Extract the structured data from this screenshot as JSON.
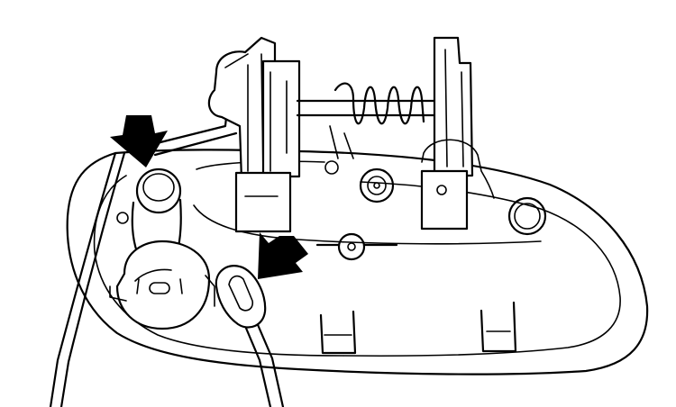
{
  "colors": {
    "line": "#000000",
    "background": "#ffffff",
    "arrow": "#000000"
  },
  "arrows": [
    {
      "name": "arrow-to-lock-cylinder",
      "points_to": "lock-cylinder-rod-connection"
    },
    {
      "name": "arrow-to-cable-clip",
      "points_to": "cable-end-clip"
    }
  ]
}
